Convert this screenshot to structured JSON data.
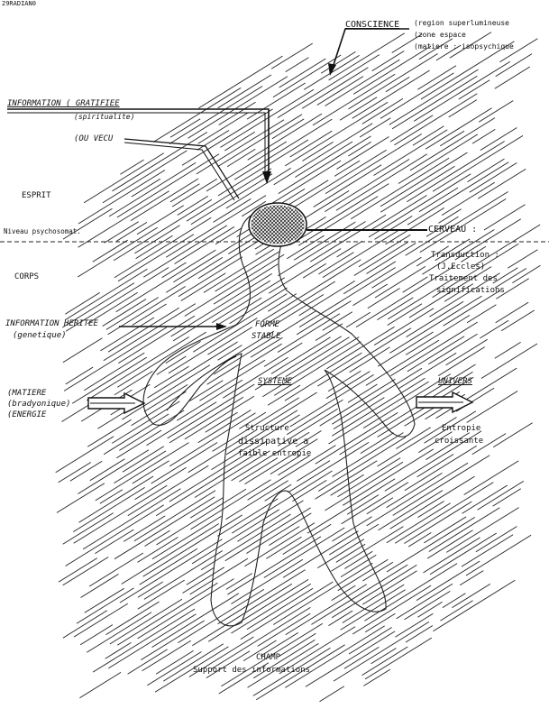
{
  "header": {
    "corner": "29RADIAN0"
  },
  "labels": {
    "conscience": "CONSCIENCE",
    "conscience_notes": [
      "(region superlumineuse",
      "(zone espace",
      "(matiere : isopsychique"
    ],
    "info_gratifiee": "INFORMATION ( GRATIFIEE",
    "spiritualite": "(spiritualite)",
    "ou_vecu": "(OU VECU",
    "esprit": "ESPRIT",
    "niveau": "Niveau psychosomat.",
    "cerveau": "CERVEAU :",
    "transduction": [
      "Transduction :",
      "(J.Eccles)",
      "Traitement des",
      "significations"
    ],
    "corps": "CORPS",
    "info_heritee": "INFORMATION HERITEE",
    "genetique": "(genetique)",
    "forme": [
      "FORME",
      "STABLE"
    ],
    "systeme": "SYSTEME",
    "matiere": [
      "(MATIERE",
      "(bradyonique)",
      "(ENERGIE"
    ],
    "univers": "UNIVERS",
    "structure": [
      "Structure",
      "dissipative a",
      "faible entropie"
    ],
    "entropie": [
      "Entropie",
      "croissante"
    ],
    "champ": "CHAMP",
    "support": "Support des informations"
  }
}
